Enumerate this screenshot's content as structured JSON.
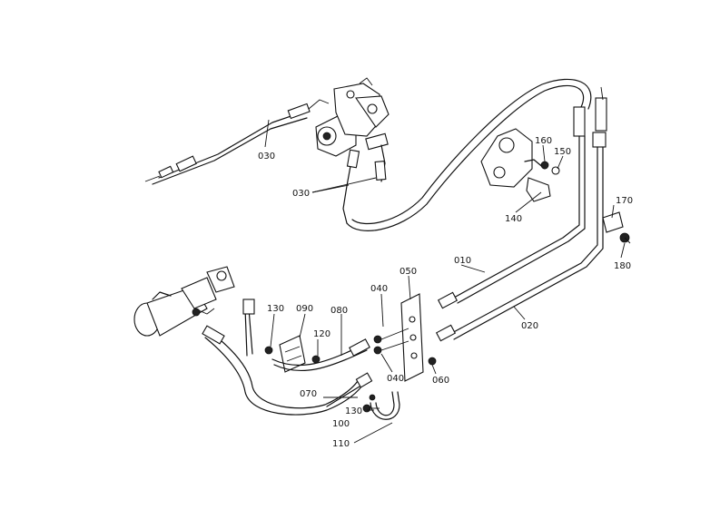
{
  "labels": {
    "p010": "010",
    "p020": "020",
    "p030a": "030",
    "p030b": "030",
    "p040a": "040",
    "p040b": "040",
    "p050": "050",
    "p060": "060",
    "p070": "070",
    "p080": "080",
    "p090": "090",
    "p100": "100",
    "p110": "110",
    "p120": "120",
    "p130a": "130",
    "p130b": "130",
    "p140": "140",
    "p150": "150",
    "p160": "160",
    "p170": "170",
    "p180": "180"
  }
}
